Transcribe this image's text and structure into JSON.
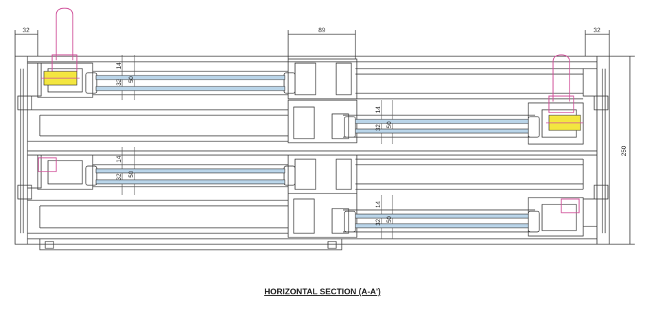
{
  "caption": "HORIZONTAL SECTION (A-A')",
  "dimensions": {
    "left_top": "32",
    "center_top": "89",
    "right_top": "32",
    "overall_height": "250",
    "glass_outer": "14",
    "glass_inner": "32",
    "glass_total": "50"
  },
  "colors": {
    "line": "#3a3a3a",
    "glass": "#b9d4e8",
    "handle": "#d0509a",
    "lock": "#f3e640"
  },
  "icons": [
    "handle-icon",
    "lock-icon"
  ]
}
